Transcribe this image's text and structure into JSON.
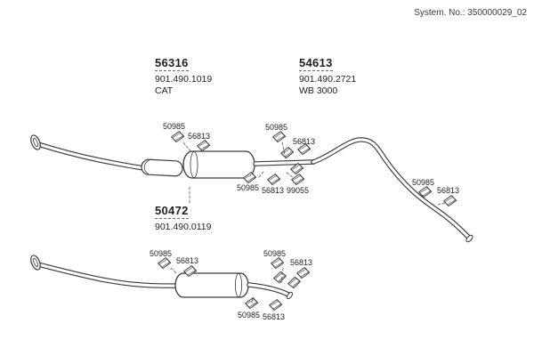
{
  "header": {
    "system_no": "System. No.: 350000029_02"
  },
  "groups": [
    {
      "part_no": "56316",
      "order_no": "901.490.1019",
      "note": "CAT"
    },
    {
      "part_no": "54613",
      "order_no": "901.490.2721",
      "note": "WB 3000"
    },
    {
      "part_no": "50472",
      "order_no": "901.490.0119",
      "note": ""
    }
  ],
  "callouts": [
    {
      "labels": [
        "50985",
        "56813"
      ]
    },
    {
      "labels": [
        "50985",
        "56813"
      ]
    },
    {
      "labels": [
        "50985",
        "56813",
        "99055"
      ]
    },
    {
      "labels": [
        "50985",
        "56813"
      ]
    },
    {
      "labels": [
        "50985",
        "56813"
      ]
    },
    {
      "labels": [
        "50985",
        "56813"
      ]
    },
    {
      "labels": [
        "50985",
        "56813"
      ]
    }
  ],
  "colors": {
    "line": "#3a3a3a",
    "text": "#1f1f1f"
  },
  "icons": {
    "clamp": "exhaust-clamp-bracket",
    "flange": "pipe-flange",
    "muffler": "muffler-cylinder"
  }
}
